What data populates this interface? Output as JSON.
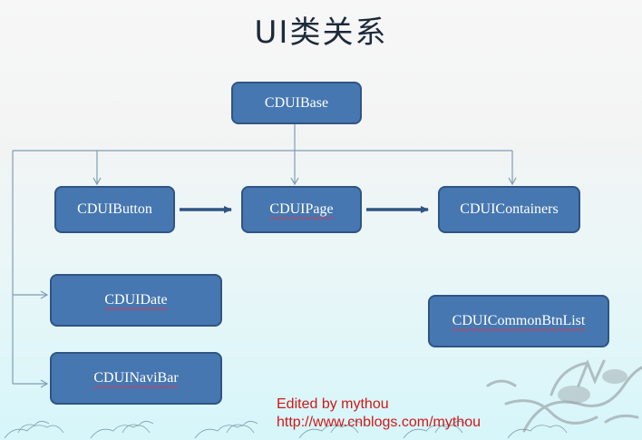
{
  "title": "UI类关系",
  "nodes": {
    "base": "CDUIBase",
    "button": "CDUIButton",
    "page": "CDUIPage",
    "containers": "CDUIContainers",
    "date": "CDUIDate",
    "navibar": "CDUINaviBar",
    "commonbtnlist": "CDUICommonBtnList"
  },
  "relations": [
    {
      "from": "CDUIBase",
      "to": "CDUIButton",
      "type": "inheritance"
    },
    {
      "from": "CDUIBase",
      "to": "CDUIPage",
      "type": "inheritance"
    },
    {
      "from": "CDUIBase",
      "to": "CDUIContainers",
      "type": "inheritance"
    },
    {
      "from": "CDUIBase",
      "to": "CDUIDate",
      "type": "inheritance"
    },
    {
      "from": "CDUIBase",
      "to": "CDUINaviBar",
      "type": "inheritance"
    },
    {
      "from": "CDUIButton",
      "to": "CDUIPage",
      "type": "association"
    },
    {
      "from": "CDUIPage",
      "to": "CDUIContainers",
      "type": "association"
    }
  ],
  "credit": {
    "line1": "Edited by mythou",
    "line2": "http://www.cnblogs.com/mythou"
  },
  "colors": {
    "node_fill": "#4677b0",
    "node_border": "#2f5584",
    "thin_line": "#7f9cb4",
    "thick_arrow": "#2f5584",
    "credit_text": "#d01818"
  }
}
